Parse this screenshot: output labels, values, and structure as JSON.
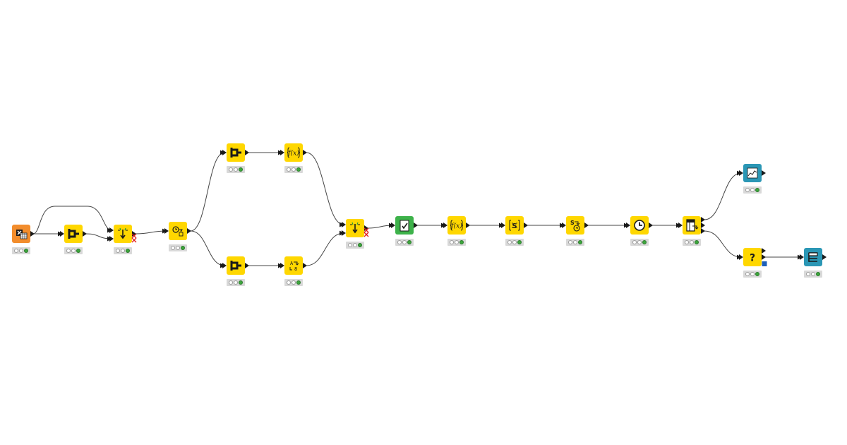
{
  "workflow": {
    "colors": {
      "source": "#f28d2d",
      "manipulator": "#ffd700",
      "learner": "#3db24a",
      "visualizer": "#2b97b5",
      "port": "#1a1a1a",
      "edge": "#444444",
      "lamp_ok": "#3da63d",
      "lamp_off": "#ffffff",
      "error_mark": "#e02020",
      "flow_variable_port": "#1d5fb8"
    },
    "nodes": [
      {
        "id": "n1",
        "kind": "source",
        "icon": "excel-reader-icon",
        "status": [
          "off",
          "off",
          "ok"
        ]
      },
      {
        "id": "n2",
        "kind": "manipulator",
        "icon": "column-filter-icon",
        "status": [
          "off",
          "off",
          "ok"
        ]
      },
      {
        "id": "n3",
        "kind": "manipulator",
        "icon": "joiner-icon",
        "status": [
          "off",
          "off",
          "ok"
        ],
        "error": true
      },
      {
        "id": "n4",
        "kind": "manipulator",
        "icon": "date-time-icon",
        "status": [
          "off",
          "off",
          "ok"
        ]
      },
      {
        "id": "n5",
        "kind": "manipulator",
        "icon": "column-filter-icon",
        "status": [
          "off",
          "off",
          "ok"
        ]
      },
      {
        "id": "n6",
        "kind": "manipulator",
        "icon": "math-formula-icon",
        "status": [
          "off",
          "off",
          "ok"
        ]
      },
      {
        "id": "n7",
        "kind": "manipulator",
        "icon": "column-filter-icon",
        "status": [
          "off",
          "off",
          "ok"
        ]
      },
      {
        "id": "n8",
        "kind": "manipulator",
        "icon": "string-to-number-icon",
        "status": [
          "off",
          "off",
          "ok"
        ]
      },
      {
        "id": "n9",
        "kind": "manipulator",
        "icon": "joiner-icon",
        "status": [
          "off",
          "off",
          "ok"
        ],
        "error": true
      },
      {
        "id": "n10",
        "kind": "learner",
        "icon": "rule-engine-icon",
        "status": [
          "off",
          "off",
          "ok"
        ]
      },
      {
        "id": "n11",
        "kind": "manipulator",
        "icon": "math-formula-icon",
        "status": [
          "off",
          "off",
          "ok"
        ]
      },
      {
        "id": "n12",
        "kind": "manipulator",
        "icon": "string-manipulation-icon",
        "status": [
          "off",
          "off",
          "ok"
        ]
      },
      {
        "id": "n13",
        "kind": "manipulator",
        "icon": "string-to-datetime-icon",
        "status": [
          "off",
          "off",
          "ok"
        ]
      },
      {
        "id": "n14",
        "kind": "manipulator",
        "icon": "clock-icon",
        "status": [
          "off",
          "off",
          "ok"
        ]
      },
      {
        "id": "n15",
        "kind": "manipulator",
        "icon": "table-splitter-icon",
        "status": [
          "off",
          "off",
          "ok"
        ]
      },
      {
        "id": "n16",
        "kind": "visualizer",
        "icon": "line-plot-icon",
        "status": [
          "off",
          "off",
          "ok"
        ]
      },
      {
        "id": "n17",
        "kind": "manipulator",
        "icon": "missing-value-icon",
        "status": [
          "off",
          "off",
          "ok"
        ],
        "glyph": "?",
        "flow_variable": true
      },
      {
        "id": "n18",
        "kind": "visualizer",
        "icon": "table-view-icon",
        "status": [
          "off",
          "off",
          "ok"
        ]
      }
    ],
    "connections": [
      [
        "n1",
        "n2"
      ],
      [
        "n1",
        "n3"
      ],
      [
        "n2",
        "n3"
      ],
      [
        "n3",
        "n4"
      ],
      [
        "n4",
        "n5"
      ],
      [
        "n4",
        "n7"
      ],
      [
        "n5",
        "n6"
      ],
      [
        "n7",
        "n8"
      ],
      [
        "n6",
        "n9"
      ],
      [
        "n8",
        "n9"
      ],
      [
        "n9",
        "n10"
      ],
      [
        "n10",
        "n11"
      ],
      [
        "n11",
        "n12"
      ],
      [
        "n12",
        "n13"
      ],
      [
        "n13",
        "n14"
      ],
      [
        "n14",
        "n15"
      ],
      [
        "n15",
        "n16"
      ],
      [
        "n15",
        "n17"
      ],
      [
        "n17",
        "n18"
      ]
    ]
  }
}
